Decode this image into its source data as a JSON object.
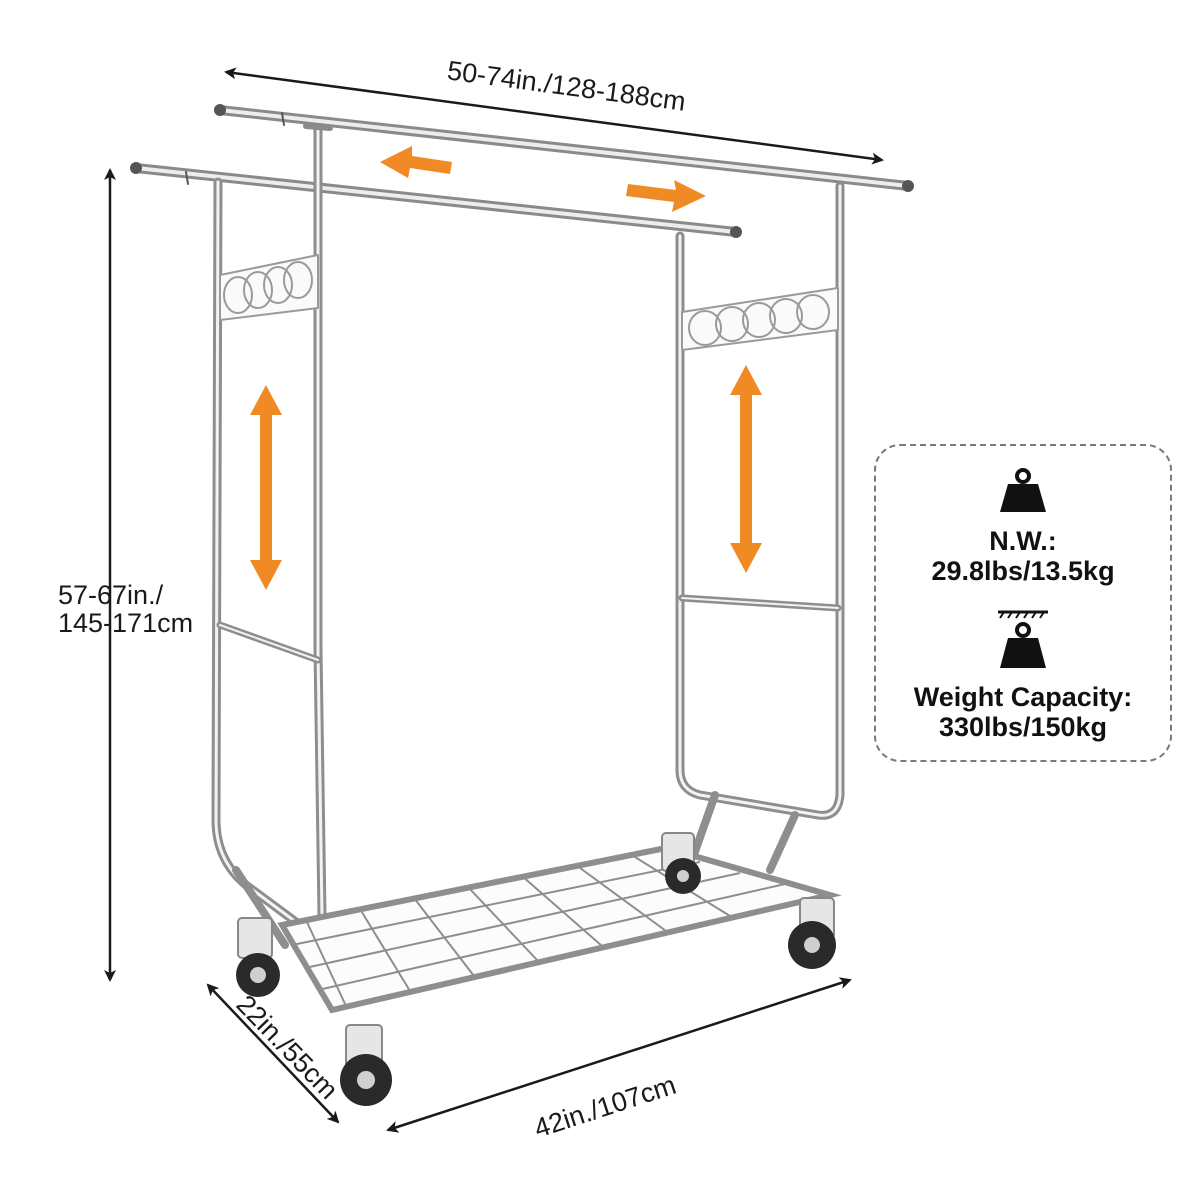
{
  "dimensions": {
    "width_range": "50-74in./128-188cm",
    "height_range_line1": "57-67in./",
    "height_range_line2": "145-171cm",
    "depth": "22in./55cm",
    "base_width": "42in./107cm"
  },
  "specs": {
    "net_weight_label": "N.W.:",
    "net_weight_value": "29.8lbs/13.5kg",
    "capacity_label": "Weight Capacity:",
    "capacity_value": "330lbs/150kg"
  },
  "colors": {
    "accent_arrow": "#f08a24",
    "chrome": "#9a9a9a",
    "chrome_light": "#e4e4e4",
    "dimension_line": "#1a1a1a",
    "wheel": "#2a2a2a"
  },
  "icons": {
    "net_weight": "weight-icon",
    "capacity": "hanging-weight-icon"
  }
}
